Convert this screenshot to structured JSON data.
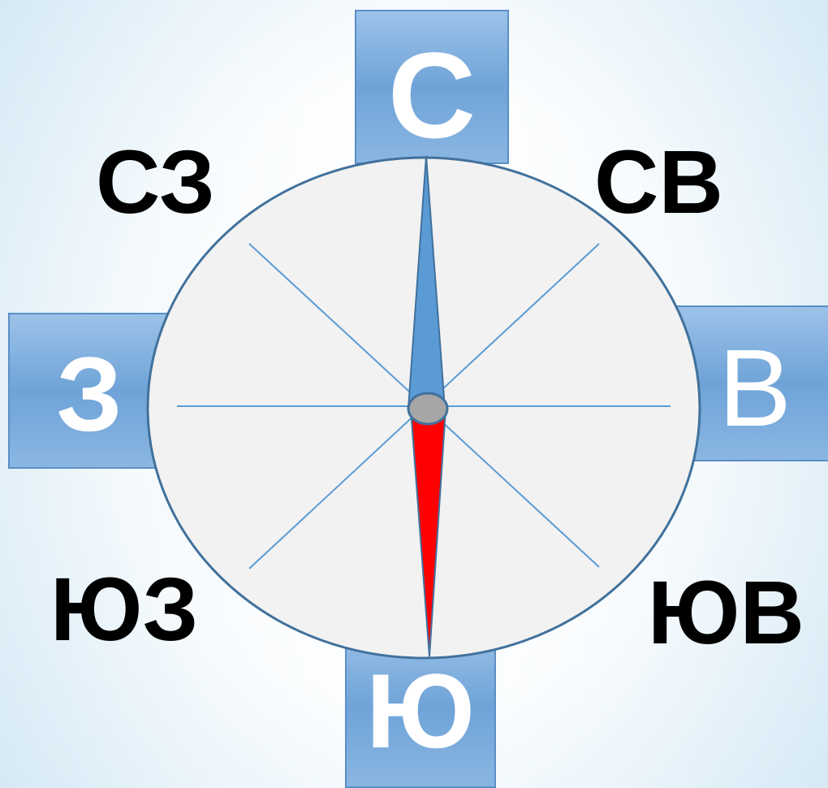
{
  "directions": {
    "north": "С",
    "south": "Ю",
    "east": "В",
    "west": "З",
    "northwest": "СЗ",
    "northeast": "СВ",
    "southwest": "ЮЗ",
    "southeast": "ЮВ"
  },
  "colors": {
    "tab_fill": "#7aaee0",
    "tab_border": "#5b8fc6",
    "dial_fill": "#f2f2f2",
    "dial_border": "#41719c",
    "spokes": "#5b9bd5",
    "needle_north": "#5b9bd5",
    "needle_south": "#ff0000",
    "pivot": "#a6a6a6"
  }
}
